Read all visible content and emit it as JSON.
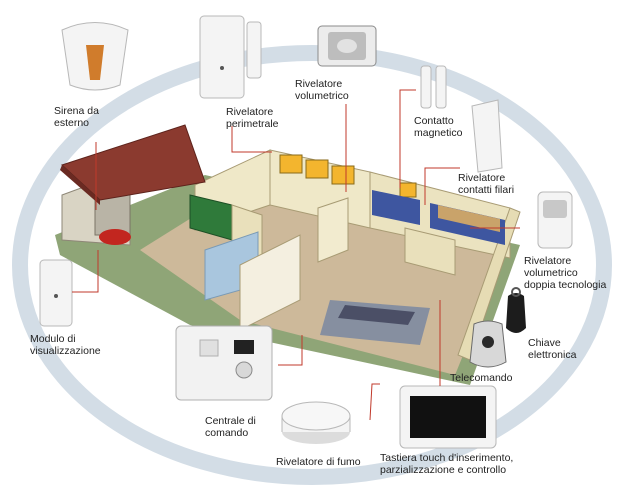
{
  "labels": {
    "sirena": "Sirena da\nesterno",
    "perimetrale": "Rivelatore\nperimetrale",
    "volumetrico": "Rivelatore\nvolumetrico",
    "contatto": "Contatto\nmagnetico",
    "filari": "Rivelatore\ncontatti filari",
    "doppia": "Rivelatore volumetrico\ndoppia tecnologia",
    "modulo": "Modulo di\nvisualizzazione",
    "chiave": "Chiave\nelettronica",
    "telecomando": "Telecomando",
    "centrale": "Centrale di\ncomando",
    "fumo": "Rivelatore di fumo",
    "tastiera": "Tastiera touch d'inserimento,\nparzializzazione e controllo"
  },
  "colors": {
    "leader_line": "#c0392b",
    "ring": "#d3dde6",
    "roof": "#8b3a2f",
    "floor": "#cdb99a",
    "wall": "#efe8c8",
    "kitchen_cabinets": "#3e56a0",
    "green_wall": "#2f7a3a",
    "device_body": "#f4f4f4",
    "siren_accent": "#d07c2c"
  }
}
